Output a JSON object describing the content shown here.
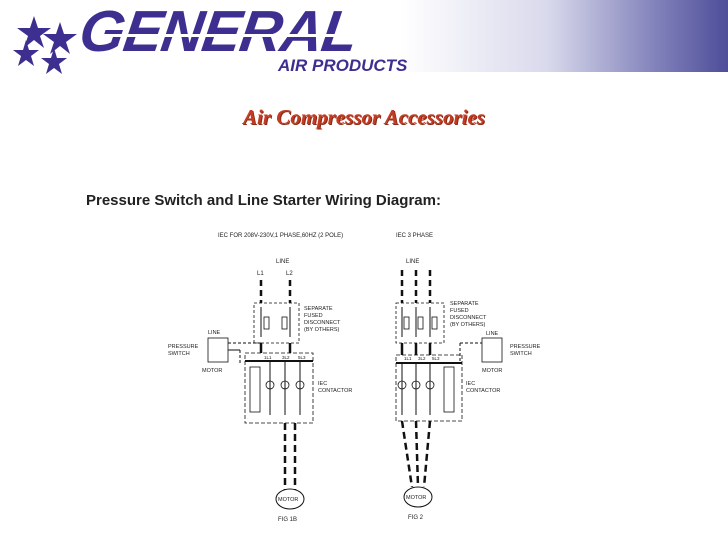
{
  "brand": {
    "name": "GENERAL",
    "tagline": "AIR PRODUCTS"
  },
  "slide": {
    "title": "Air Compressor Accessories",
    "subtitle": "Pressure Switch and Line Starter Wiring Diagram:"
  },
  "colors": {
    "brand": "#3d2f8f",
    "title": "#c23b22"
  },
  "diagram_1b": {
    "header": "IEC FOR 208V-230V,1 PHASE,60HZ (2 POLE)",
    "line": "LINE",
    "l1": "L1",
    "l2": "L2",
    "disconnect": [
      "SEPARATE",
      "FUSED",
      "DISCONNECT",
      "(BY OTHERS)"
    ],
    "line_small": "LINE",
    "pressure": [
      "PRESSURE",
      "SWITCH"
    ],
    "motor_label": "MOTOR",
    "contactor": [
      "IEC",
      "CONTACTOR"
    ],
    "terminals": [
      "1L1",
      "3L2",
      "5L3"
    ],
    "motor": "MOTOR",
    "fig": "FIG 1B"
  },
  "diagram_2": {
    "header": "IEC 3 PHASE",
    "line": "LINE",
    "disconnect": [
      "SEPARATE",
      "FUSED",
      "DISCONNECT",
      "(BY OTHERS)"
    ],
    "line_small": "LINE",
    "pressure": [
      "PRESSURE",
      "SWITCH"
    ],
    "motor_label": "MOTOR",
    "contactor": [
      "IEC",
      "CONTACTOR"
    ],
    "terminals": [
      "1L1",
      "3L2",
      "5L3"
    ],
    "motor": "MOTOR",
    "fig": "FIG 2"
  }
}
